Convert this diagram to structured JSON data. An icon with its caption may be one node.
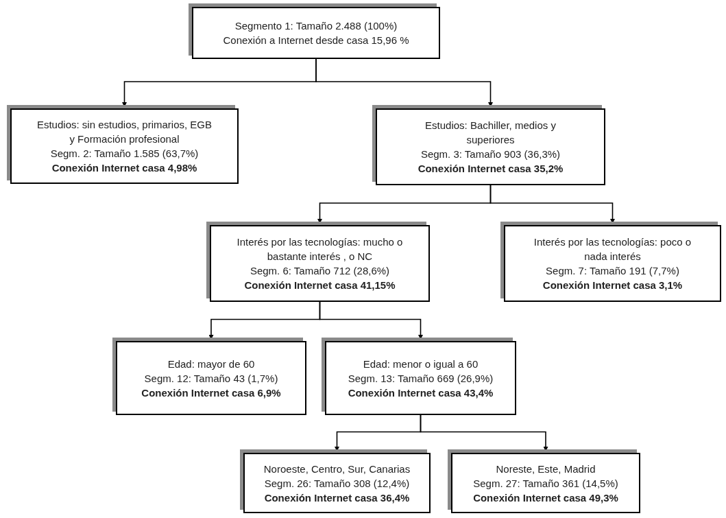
{
  "diagram": {
    "nodes": [
      {
        "text": [
          "Segmento 1: Tamaño 2.488 (100%)",
          "Conexión a Internet desde casa 15,96 %"
        ]
      },
      {
        "text": [
          "Estudios: sin estudios, primarios, EGB y Formación profesional",
          "Segm. 2: Tamaño 1.585 (63,7%)",
          "Conexión Internet casa 4,98%"
        ]
      },
      {
        "text": [
          "Estudios: Bachiller, medios y superiores",
          "Segm. 3: Tamaño 903 (36,3%)",
          "Conexión Internet casa 35,2%"
        ]
      },
      {
        "text": [
          "Interés por las tecnologías: mucho o bastante interés , o NC",
          "Segm. 6: Tamaño 712 (28,6%)",
          "Conexión Internet casa 41,15%"
        ]
      },
      {
        "text": [
          "Interés por las tecnologías: poco o nada interés",
          "Segm. 7: Tamaño 191 (7,7%)",
          "Conexión Internet casa 3,1%"
        ]
      },
      {
        "text": [
          "Edad: mayor de 60",
          "Segm. 12: Tamaño 43 (1,7%)",
          "Conexión Internet casa 6,9%"
        ]
      },
      {
        "text": [
          "Edad: menor o igual a 60",
          "Segm. 13: Tamaño 669 (26,9%)",
          "Conexión Internet casa 43,4%"
        ]
      },
      {
        "text": [
          "Noroeste, Centro, Sur, Canarias",
          "Segm. 26: Tamaño 308 (12,4%)",
          "Conexión Internet casa 36,4%"
        ]
      },
      {
        "text": [
          "Noreste, Este, Madrid",
          "Segm. 27: Tamaño 361 (14,5%)",
          "Conexión Internet casa 49,3%"
        ]
      }
    ],
    "edges": [
      {
        "from": 0,
        "to": 1,
        "arrow": "to"
      },
      {
        "from": 0,
        "to": 2,
        "arrow": "to"
      },
      {
        "from": 2,
        "to": 3,
        "arrow": "to"
      },
      {
        "from": 2,
        "to": 4,
        "arrow": "to"
      },
      {
        "from": 3,
        "to": 5,
        "arrow": "to"
      },
      {
        "from": 3,
        "to": 6,
        "arrow": "to"
      },
      {
        "from": 6,
        "to": 7,
        "arrow": "to"
      },
      {
        "from": 6,
        "to": 8,
        "arrow": "to"
      }
    ]
  }
}
